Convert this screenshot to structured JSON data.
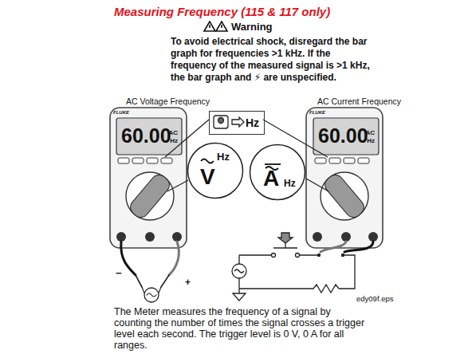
{
  "diagram": {
    "title": "Measuring Frequency (115 & 117 only)",
    "caption": "The Meter measures the frequency of a signal by counting the number of times the signal crosses a trigger level each second. The trigger level is 0 V, 0 A for all ranges.",
    "nodes": [
      {
        "text": [
          "60.00",
          "AC",
          "Hz"
        ]
      },
      {
        "text": [
          "60.00",
          "AC",
          "Hz"
        ]
      },
      {
        "text": [
          "Hz"
        ]
      },
      {
        "text": [
          "Hz",
          "V"
        ]
      },
      {
        "text": [
          "A",
          "Hz"
        ]
      }
    ],
    "labels": [
      "Warning",
      "To avoid electrical shock, disregard the bar graph for frequencies >1 kHz. If the frequency of the measured signal is >1 kHz, the bar graph and ⚡ are unspecified.",
      "AC Voltage Frequency",
      "AC Current Frequency",
      "FLUKE",
      "FLUKE",
      "−",
      "+",
      "edy09f.eps"
    ]
  }
}
